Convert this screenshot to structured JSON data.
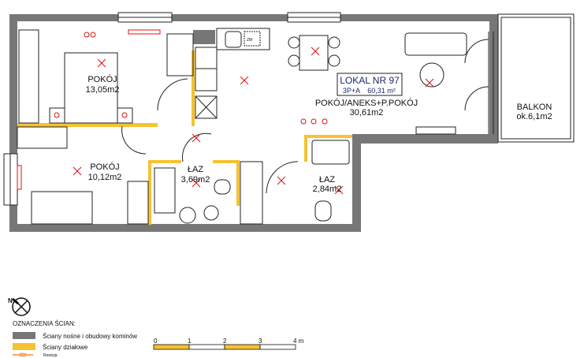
{
  "plan": {
    "unit": {
      "title": "LOKAL NR 97",
      "type": "3P+A",
      "area": "60,31 m²"
    },
    "rooms": [
      {
        "name": "POKÓJ",
        "area": "13,05m2"
      },
      {
        "name": "POKÓJ",
        "area": "10,12m2"
      },
      {
        "name": "ŁAZ",
        "area": "3,69m2"
      },
      {
        "name": "ŁAZ",
        "area": "2,84m2"
      },
      {
        "name": "POKÓJ/ANEKS+P.POKÓJ",
        "area": "30,61m2"
      },
      {
        "name": "BALKON",
        "area": "ok.6,1m2"
      }
    ],
    "appliance_label": "ZM"
  },
  "legend": {
    "north": "N",
    "title": "OZNACZENIA ŚCIAN:",
    "items": [
      {
        "label": "Ściany nośne i obudowy kominów",
        "color": "#777777"
      },
      {
        "label": "Ściany działowe",
        "color": "#f5c232"
      },
      {
        "label": "Rewizja",
        "color": "#f08a30"
      }
    ]
  },
  "scale": {
    "ticks": [
      "0",
      "1",
      "2",
      "3",
      "4 m"
    ]
  }
}
